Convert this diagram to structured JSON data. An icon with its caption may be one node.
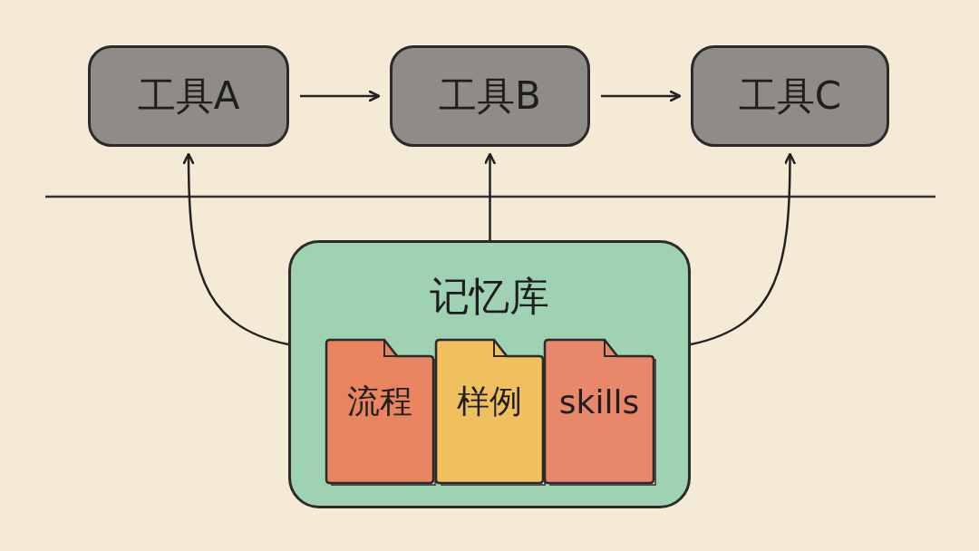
{
  "diagram": {
    "nodes": [
      {
        "text": [
          "工具A"
        ]
      },
      {
        "text": [
          "工具B"
        ]
      },
      {
        "text": [
          "工具C"
        ]
      },
      {
        "text": [
          "记忆库"
        ]
      },
      {
        "text": [
          "流程"
        ],
        "in": 3
      },
      {
        "text": [
          "样例"
        ],
        "in": 3
      },
      {
        "text": [
          "skills"
        ],
        "in": 3
      }
    ],
    "edges": [
      {
        "from": 0,
        "to": 1,
        "arrow": "to"
      },
      {
        "from": 1,
        "to": 2,
        "arrow": "to"
      },
      {
        "from": 3,
        "to": 0,
        "arrow": "to"
      },
      {
        "from": 3,
        "to": 1,
        "arrow": "to"
      },
      {
        "from": 3,
        "to": 2,
        "arrow": "to"
      }
    ]
  }
}
